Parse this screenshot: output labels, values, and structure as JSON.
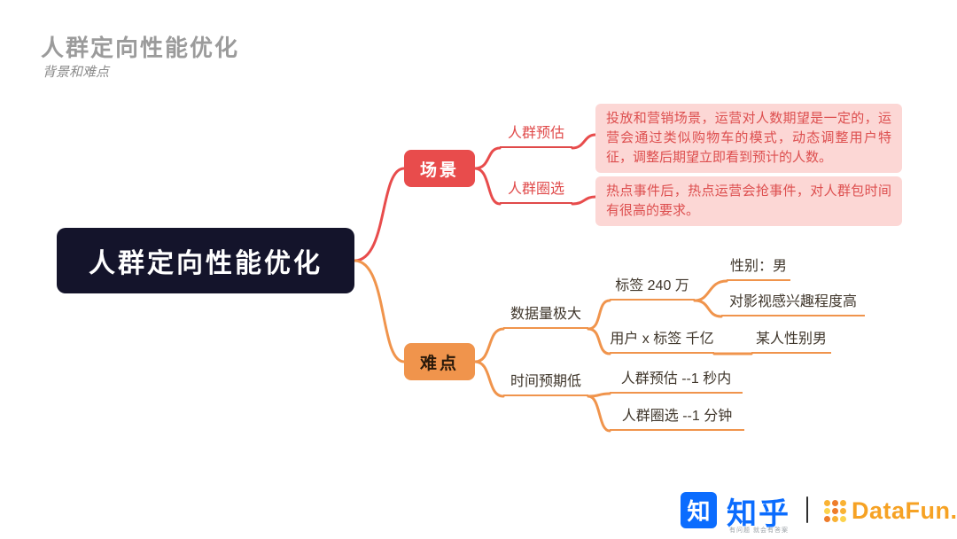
{
  "slide": {
    "title": "人群定向性能优化",
    "subtitle": "背景和难点"
  },
  "mindmap": {
    "root": {
      "label": "人群定向性能优化"
    },
    "scene": {
      "label": "场景",
      "items": [
        {
          "label": "人群预估",
          "note": "投放和营销场景，运营对人数期望是一定的，运营会通过类似购物车的模式，动态调整用户特征，调整后期望立即看到预计的人数。"
        },
        {
          "label": "人群圈选",
          "note": "热点事件后，热点运营会抢事件，对人群包时间有很高的要求。"
        }
      ]
    },
    "difficulty": {
      "label": "难点",
      "data_volume": {
        "label": "数据量极大",
        "tag": {
          "label": "标签 240 万",
          "examples": [
            {
              "label": "性别：男"
            },
            {
              "label": "对影视感兴趣程度高"
            }
          ]
        },
        "user_tag": {
          "label": "用户 x 标签 千亿",
          "examples": [
            {
              "label": "某人性别男"
            }
          ]
        }
      },
      "latency": {
        "label": "时间预期低",
        "items": [
          {
            "label": "人群预估 --1 秒内"
          },
          {
            "label": "人群圈选 --1 分钟"
          }
        ]
      }
    }
  },
  "footer": {
    "zhihu_mark": "知",
    "zhihu_name": "知乎",
    "zhihu_slogan": "有问题 就会有答案",
    "datafun_name": "DataFun."
  },
  "colors": {
    "branch_red": "#e84c4c",
    "branch_orange": "#f0944c",
    "note_pink": "#fcd7d5",
    "root_navy": "#14142b",
    "zhihu_blue": "#0b6cfe",
    "datafun_orange": "#f6a224"
  }
}
